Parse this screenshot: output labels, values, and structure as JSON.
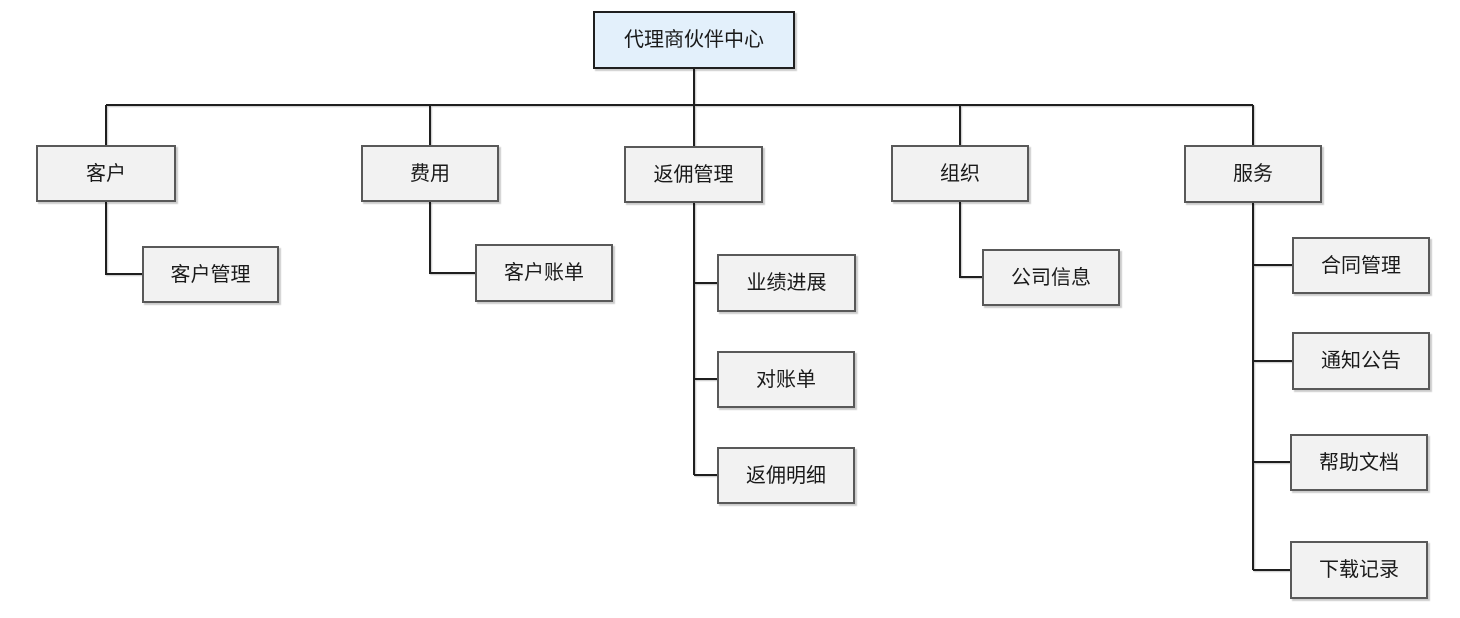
{
  "diagram": {
    "root": {
      "label": "代理商伙伴中心"
    },
    "branches": [
      {
        "label": "客户",
        "children": [
          {
            "label": "客户管理"
          }
        ]
      },
      {
        "label": "费用",
        "children": [
          {
            "label": "客户账单"
          }
        ]
      },
      {
        "label": "返佣管理",
        "children": [
          {
            "label": "业绩进展"
          },
          {
            "label": "对账单"
          },
          {
            "label": "返佣明细"
          }
        ]
      },
      {
        "label": "组织",
        "children": [
          {
            "label": "公司信息"
          }
        ]
      },
      {
        "label": "服务",
        "children": [
          {
            "label": "合同管理"
          },
          {
            "label": "通知公告"
          },
          {
            "label": "帮助文档"
          },
          {
            "label": "下载记录"
          }
        ]
      }
    ],
    "colors": {
      "root_fill": "#e3f0fb",
      "root_border": "#1f1f1f",
      "node_fill": "#f2f2f2",
      "node_border": "#595959",
      "line": "#1f1f1f",
      "background": "#ffffff",
      "text": "#1a1a1a"
    }
  }
}
